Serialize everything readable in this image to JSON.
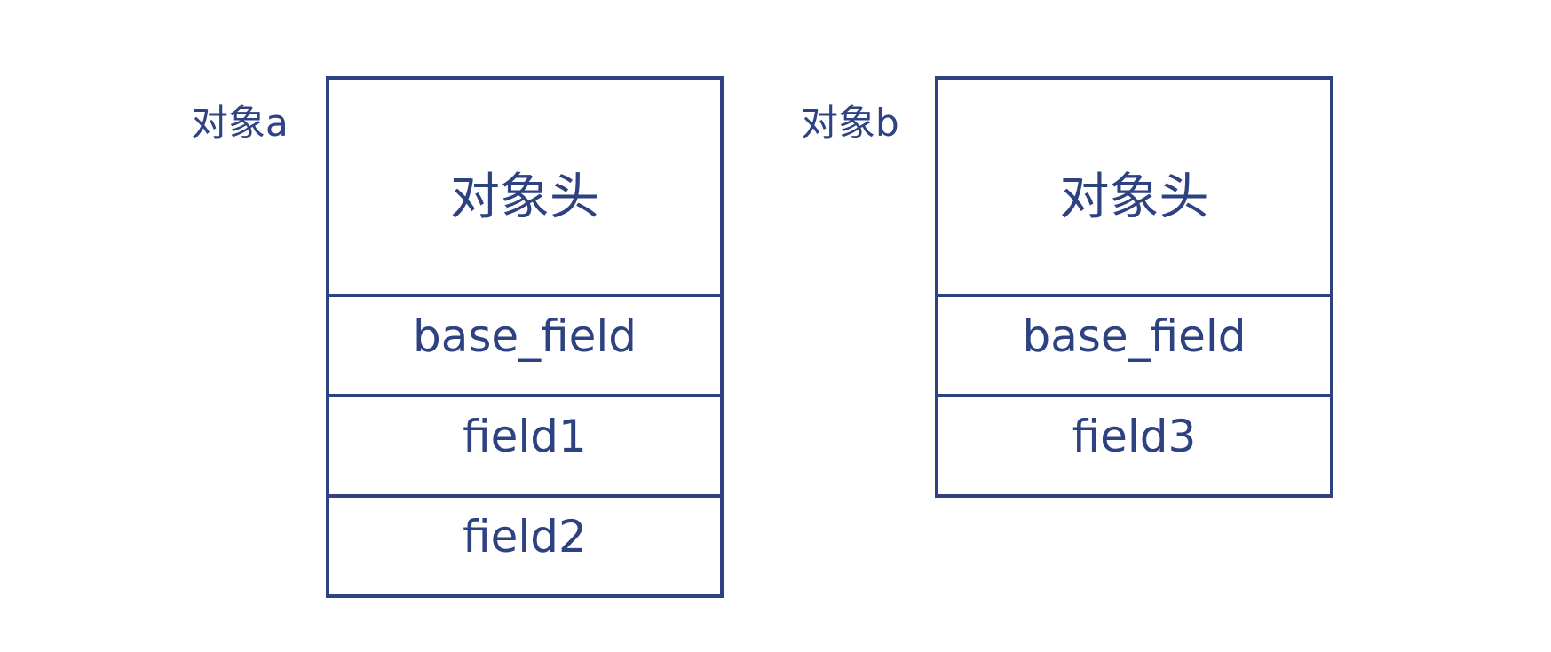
{
  "diagram": {
    "stroke_color": "#2e4282",
    "objects": [
      {
        "label": "对象a",
        "header": "对象头",
        "fields": [
          "base_field",
          "field1",
          "field2"
        ]
      },
      {
        "label": "对象b",
        "header": "对象头",
        "fields": [
          "base_field",
          "field3"
        ]
      }
    ]
  }
}
